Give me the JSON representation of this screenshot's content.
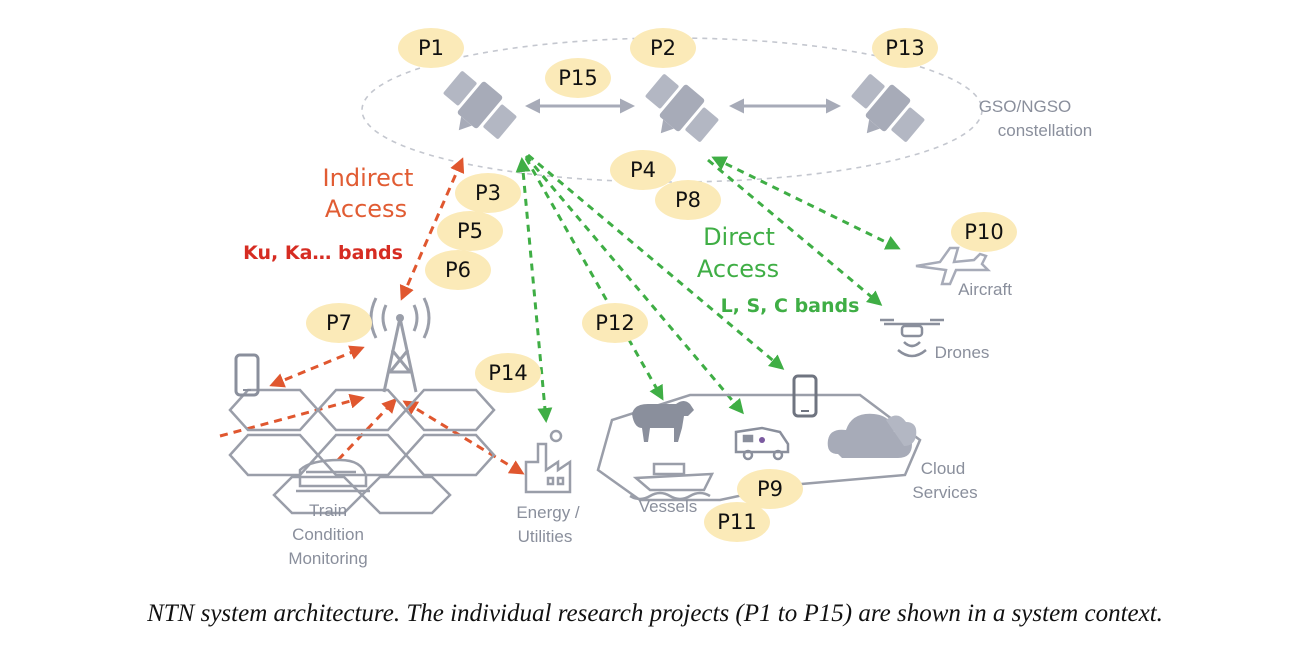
{
  "colors": {
    "badge_fill": "#fbeab8",
    "indirect": "#e0572f",
    "indirect_label": "#e15c33",
    "indirect_bands": "#d62c22",
    "direct": "#3fae45",
    "gray": "#8a8f9c",
    "icon_fill": "#a7abb8",
    "hex_stroke": "#9a9ea9"
  },
  "constellation_label": [
    "GSO/NGSO",
    "constellation"
  ],
  "indirect": {
    "title": [
      "Indirect",
      "Access"
    ],
    "bands": "Ku, Ka… bands"
  },
  "direct": {
    "title": [
      "Direct",
      "Access"
    ],
    "bands": "L, S, C bands"
  },
  "endpoints": {
    "aircraft": "Aircraft",
    "drones": "Drones",
    "cloud": [
      "Cloud",
      "Services"
    ],
    "vessels": "Vessels",
    "energy": [
      "Energy /",
      "Utilities"
    ],
    "train": [
      "Train",
      "Condition",
      "Monitoring"
    ]
  },
  "projects": [
    "P1",
    "P2",
    "P13",
    "P15",
    "P3",
    "P5",
    "P6",
    "P4",
    "P8",
    "P10",
    "P7",
    "P12",
    "P14",
    "P9",
    "P11"
  ],
  "caption": "NTN system architecture. The individual research projects (P1 to P15) are shown in a system context."
}
